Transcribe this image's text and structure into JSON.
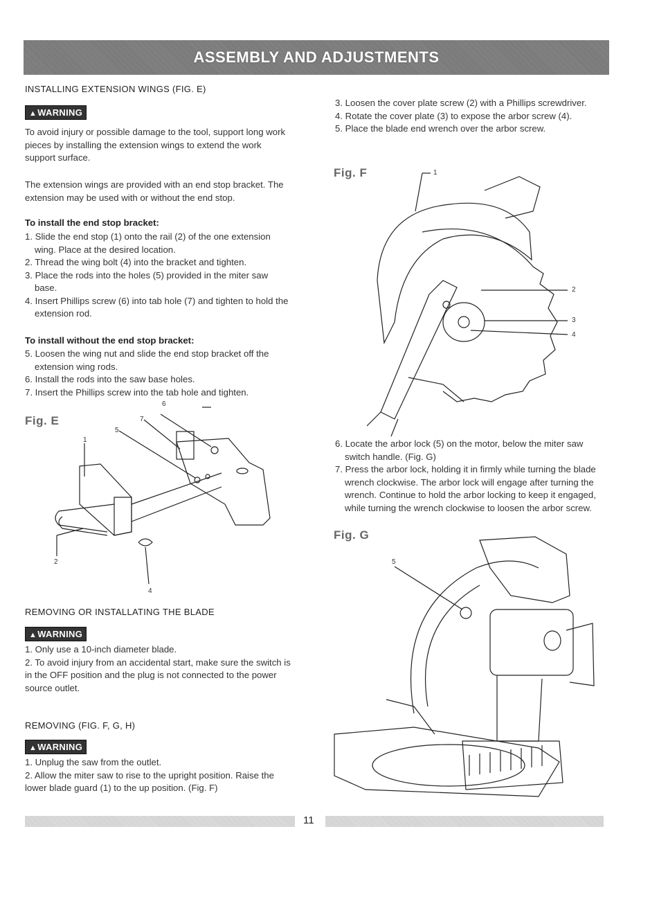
{
  "header": {
    "title": "ASSEMBLY AND ADJUSTMENTS"
  },
  "warning_label": "WARNING",
  "left": {
    "ext_heading": "INSTALLING EXTENSION WINGS (FIG. E)",
    "ext_warning_text": "To avoid injury or possible damage to the tool, support long work pieces by installing the extension wings to extend the work support surface.",
    "ext_intro": "The extension wings are provided with an end stop bracket. The extension may be used with or without the end stop.",
    "install_heading": "To install the end stop bracket:",
    "install_steps": [
      "1. Slide the end stop (1) onto the rail (2) of the one extension wing. Place at the desired location.",
      "2. Thread the wing bolt (4) into the bracket and tighten.",
      "3. Place the rods into the holes (5) provided in the miter saw base.",
      "4. Insert Phillips screw (6) into tab hole (7) and tighten to hold the extension rod."
    ],
    "without_heading": "To install without the end stop bracket:",
    "without_steps": [
      "5. Loosen the wing nut and slide the end stop bracket off the extension wing rods.",
      "6. Install the rods into the saw base holes.",
      "7. Insert the Phillips screw into the tab hole and tighten."
    ],
    "fig_e": {
      "label": "Fig. E",
      "callouts": {
        "c1": "1",
        "c2": "2",
        "c4": "4",
        "c5": "5",
        "c6": "6",
        "c7": "7"
      }
    },
    "blade_heading": "REMOVING OR INSTALLATING THE BLADE",
    "blade_warning_items": [
      "1.  Only use a 10-inch diameter blade.",
      "2.  To avoid injury from an accidental start, make sure the switch is in the OFF position and the plug is not connected to the power source outlet."
    ],
    "removing_heading": "REMOVING (FIG. F, G, H)",
    "removing_items": [
      "1. Unplug the saw from the outlet.",
      "2. Allow the miter saw to rise to the upright position. Raise the lower blade guard (1) to the up position. (Fig. F)"
    ]
  },
  "right": {
    "steps_top": [
      "3. Loosen the cover plate screw (2) with a Phillips screwdriver.",
      "4. Rotate the cover plate (3) to expose the arbor screw (4).",
      "5. Place the blade end wrench over the arbor screw."
    ],
    "fig_f": {
      "label": "Fig. F",
      "callouts": {
        "c1": "1",
        "c2": "2",
        "c3": "3",
        "c4": "4"
      }
    },
    "steps_mid": [
      "6. Locate the arbor lock (5) on the motor, below the miter saw switch handle. (Fig. G)",
      "7. Press the arbor lock, holding it in firmly while turning the blade wrench clockwise. The arbor lock will engage after turning the wrench. Continue to hold the arbor locking to keep it engaged, while turning the wrench clockwise to loosen the arbor screw."
    ],
    "fig_g": {
      "label": "Fig. G",
      "callouts": {
        "c5": "5"
      }
    }
  },
  "footer": {
    "page_number": "11"
  }
}
